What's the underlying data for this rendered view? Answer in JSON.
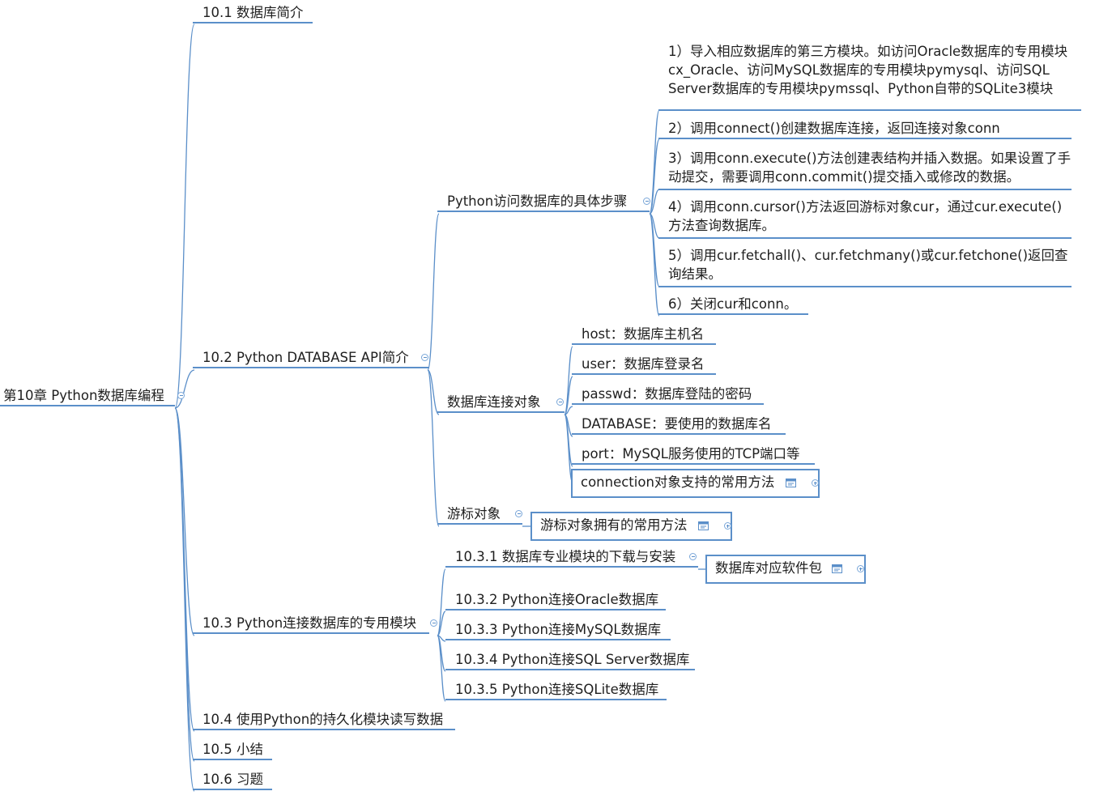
{
  "root": "第10章 Python数据库编程",
  "l1": [
    "10.1 数据库简介",
    "10.2 Python DATABASE API简介",
    "10.3 Python连接数据库的专用模块",
    "10.4 使用Python的持久化模块读写数据",
    "10.5 小结",
    "10.6 习题"
  ],
  "api": {
    "steps_title": "Python访问数据库的具体步骤",
    "steps": [
      "1）导入相应数据库的第三方模块。如访问Oracle数据库的专用模块cx_Oracle、访问MySQL数据库的专用模块pymysql、访问SQL Server数据库的专用模块pymssql、Python自带的SQLite3模块",
      "2）调用connect()创建数据库连接，返回连接对象conn",
      "3）调用conn.execute()方法创建表结构并插入数据。如果设置了手动提交，需要调用conn.commit()提交插入或修改的数据。",
      "4）调用conn.cursor()方法返回游标对象cur，通过cur.execute()方法查询数据库。",
      "5）调用cur.fetchall()、cur.fetchmany()或cur.fetchone()返回查询结果。",
      "6）关闭cur和conn。"
    ],
    "conn_title": "数据库连接对象",
    "conn_items": [
      "host：数据库主机名",
      "user：数据库登录名",
      "passwd：数据库登陆的密码",
      "DATABASE：要使用的数据库名",
      "port：MySQL服务使用的TCP端口等",
      "connection对象支持的常用方法"
    ],
    "cursor_title": "游标对象",
    "cursor_child": "游标对象拥有的常用方法"
  },
  "modules": {
    "items": [
      "10.3.1 数据库专业模块的下载与安装",
      "10.3.2 Python连接Oracle数据库",
      "10.3.3 Python连接MySQL数据库",
      "10.3.4 Python连接SQL Server数据库",
      "10.3.5 Python连接SQLite数据库"
    ],
    "pkg": "数据库对应软件包"
  },
  "colors": {
    "line": "#5b8fc9",
    "text": "#1f1f1f"
  }
}
